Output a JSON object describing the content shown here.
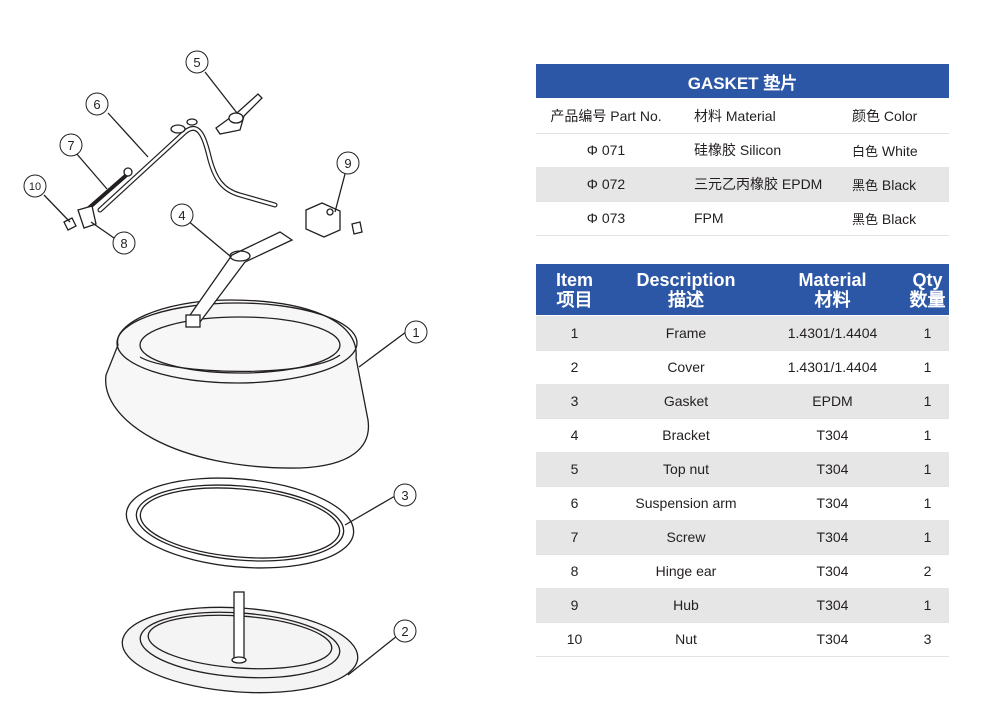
{
  "gasket_table": {
    "title": "GASKET  垫片",
    "headers": [
      "产品编号 Part No.",
      "材料 Material",
      "颜色 Color"
    ],
    "rows": [
      {
        "part": "Φ 071",
        "material": "硅橡胶 Silicon",
        "color_cn": "白色",
        "color_en": "White"
      },
      {
        "part": "Φ 072",
        "material": "三元乙丙橡胶 EPDM",
        "color_cn": "黑色",
        "color_en": "Black"
      },
      {
        "part": "Φ 073",
        "material": "FPM",
        "color_cn": "黑色",
        "color_en": "Black"
      }
    ]
  },
  "items_table": {
    "headers": [
      {
        "en": "Item",
        "cn": "项目"
      },
      {
        "en": "Description",
        "cn": "描述"
      },
      {
        "en": "Material",
        "cn": "材料"
      },
      {
        "en": "Qty",
        "cn": "数量"
      }
    ],
    "rows": [
      {
        "item": "1",
        "description": "Frame",
        "material": "1.4301/1.4404",
        "qty": "1"
      },
      {
        "item": "2",
        "description": "Cover",
        "material": "1.4301/1.4404",
        "qty": "1"
      },
      {
        "item": "3",
        "description": "Gasket",
        "material": "EPDM",
        "qty": "1"
      },
      {
        "item": "4",
        "description": "Bracket",
        "material": "T304",
        "qty": "1"
      },
      {
        "item": "5",
        "description": "Top nut",
        "material": "T304",
        "qty": "1"
      },
      {
        "item": "6",
        "description": "Suspension arm",
        "material": "T304",
        "qty": "1"
      },
      {
        "item": "7",
        "description": "Screw",
        "material": "T304",
        "qty": "1"
      },
      {
        "item": "8",
        "description": "Hinge ear",
        "material": "T304",
        "qty": "2"
      },
      {
        "item": "9",
        "description": "Hub",
        "material": "T304",
        "qty": "1"
      },
      {
        "item": "10",
        "description": "Nut",
        "material": "T304",
        "qty": "3"
      }
    ]
  },
  "callouts": [
    "1",
    "2",
    "3",
    "4",
    "5",
    "6",
    "7",
    "8",
    "9",
    "10"
  ],
  "colors": {
    "header_blue": "#2c56a6",
    "row_shade": "#e6e6e7"
  }
}
